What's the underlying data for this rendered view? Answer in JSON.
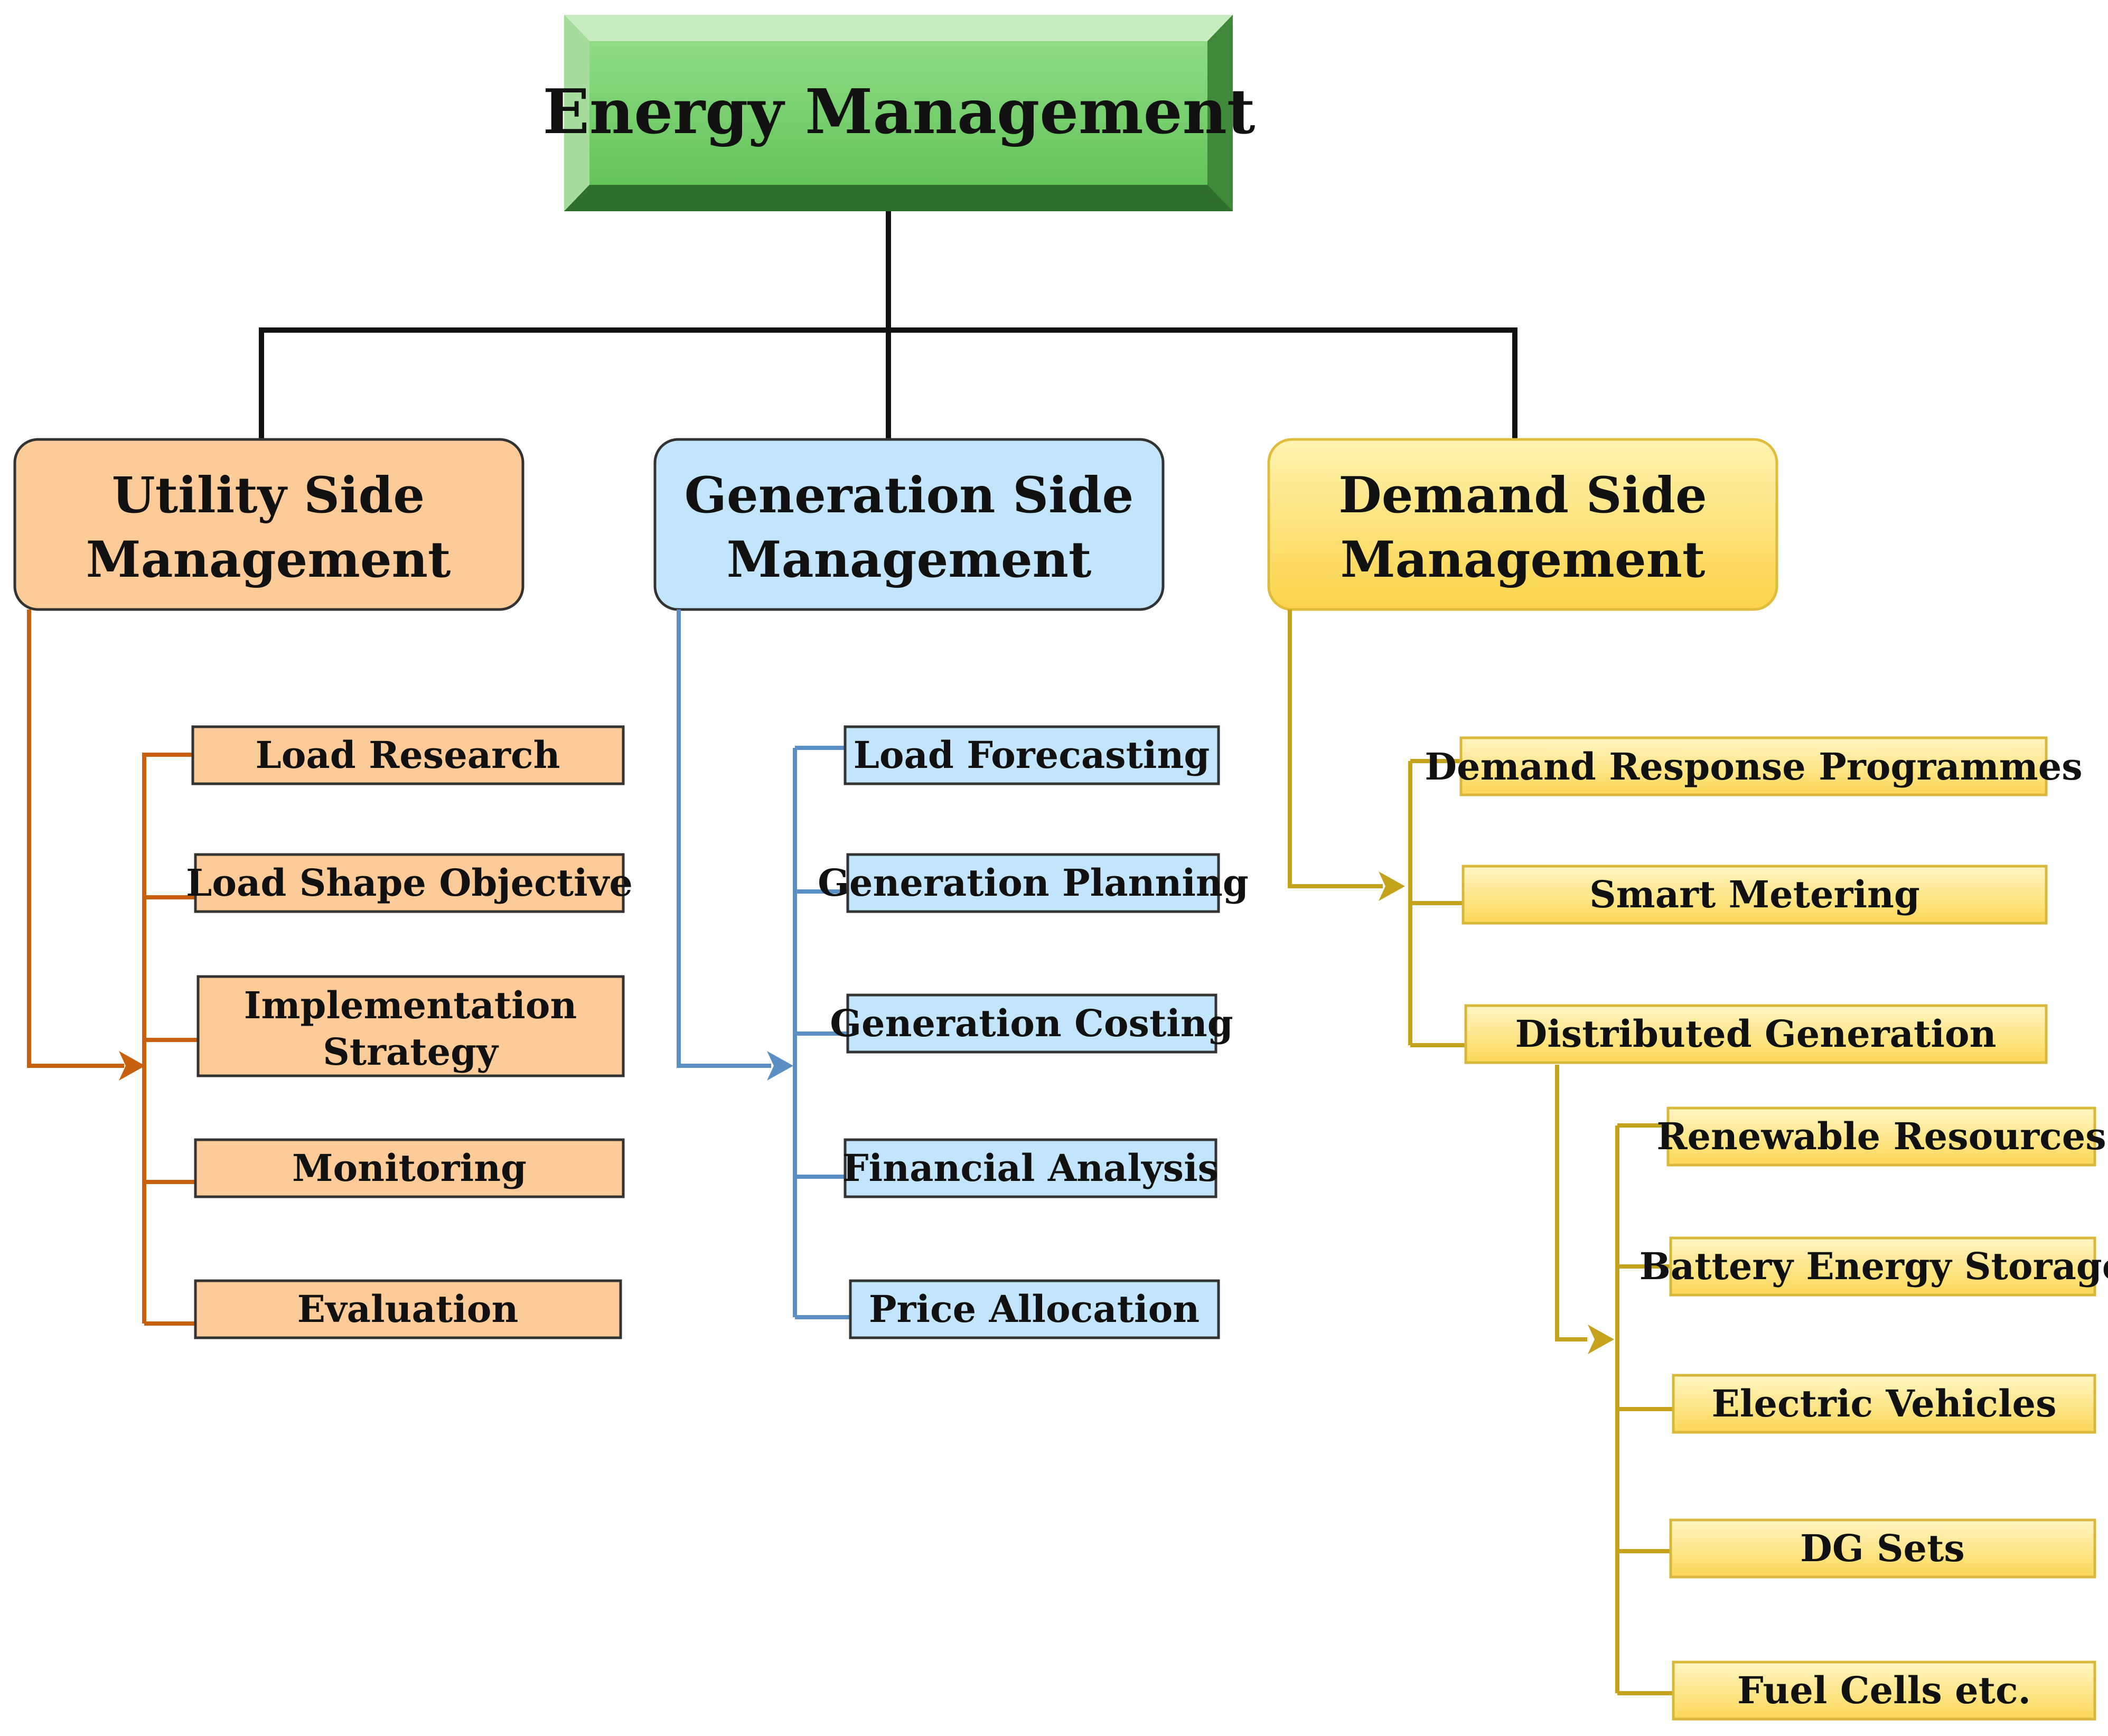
{
  "root": {
    "label": "Energy Management"
  },
  "categories": [
    {
      "id": "utility",
      "label_line1": "Utility Side",
      "label_line2": "Management",
      "color": "#c8610f",
      "items": [
        {
          "label": "Load Research"
        },
        {
          "label": "Load Shape Objective"
        },
        {
          "label": "Implementation Strategy",
          "label_line1": "Implementation",
          "label_line2": "Strategy"
        },
        {
          "label": "Monitoring"
        },
        {
          "label": "Evaluation"
        }
      ]
    },
    {
      "id": "generation",
      "label_line1": "Generation Side",
      "label_line2": "Management",
      "color": "#5a8fc4",
      "items": [
        {
          "label": "Load Forecasting"
        },
        {
          "label": "Generation Planning"
        },
        {
          "label": "Generation Costing"
        },
        {
          "label": "Financial Analysis"
        },
        {
          "label": "Price Allocation"
        }
      ]
    },
    {
      "id": "demand",
      "label_line1": "Demand Side",
      "label_line2": "Management",
      "color": "#c4a21c",
      "items": [
        {
          "label": "Demand Response Programmes"
        },
        {
          "label": "Smart Metering"
        },
        {
          "label": "Distributed Generation"
        }
      ],
      "sub_items": [
        {
          "label": "Renewable Resources"
        },
        {
          "label": "Battery Energy Storage"
        },
        {
          "label": "Electric Vehicles"
        },
        {
          "label": "DG Sets"
        },
        {
          "label": "Fuel Cells etc."
        }
      ]
    }
  ]
}
